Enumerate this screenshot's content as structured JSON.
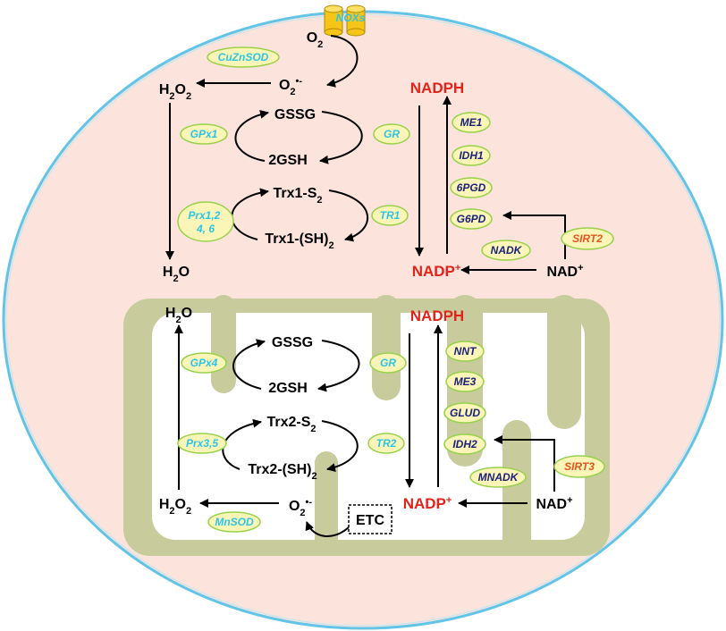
{
  "colors": {
    "cytosol": "#fce3dc",
    "cell_border": "#62c4e6",
    "mitochondrion": "#c8cb9c",
    "enzyme_fill": "#fbf6b8",
    "enzyme_border": "#97d14b",
    "antioxidant_enzyme_text": "#2ec4e6",
    "nadph_enzyme_text": "#1b1f7a",
    "sirtuin_text": "#e4561f",
    "nadph_red": "#e2231a"
  },
  "cytosol": {
    "noxs": "NOXs",
    "o2": {
      "base": "O",
      "sub": "2"
    },
    "superoxide": {
      "base": "O",
      "sub": "2",
      "sup": "•-"
    },
    "h2o2": {
      "b1": "H",
      "s1": "2",
      "b2": "O",
      "s2": "2"
    },
    "gssg": "GSSG",
    "gsh": "2GSH",
    "trx_ox": {
      "base": "Trx1-S",
      "sub": "2"
    },
    "trx_red": {
      "base": "Trx1-(SH)",
      "sub": "2"
    },
    "h2o": {
      "b1": "H",
      "s1": "2",
      "b2": "O"
    },
    "nadph": "NADPH",
    "nadp": {
      "base": "NADP",
      "sup": "+"
    },
    "nad": {
      "base": "NAD",
      "sup": "+"
    },
    "enzymes": {
      "cuznsod": "CuZnSOD",
      "gpx1": "GPx1",
      "gr": "GR",
      "prx": [
        "Prx1,2",
        "4, 6"
      ],
      "tr1": "TR1",
      "me1": "ME1",
      "idh1": "IDH1",
      "pgd": "6PGD",
      "g6pd": "G6PD",
      "nadk": "NADK",
      "sirt2": "SIRT2"
    }
  },
  "mitochondrion": {
    "h2o": {
      "b1": "H",
      "s1": "2",
      "b2": "O"
    },
    "nadph": "NADPH",
    "gssg": "GSSG",
    "gsh": "2GSH",
    "trx_ox": {
      "base": "Trx2-S",
      "sub": "2"
    },
    "trx_red": {
      "base": "Trx2-(SH)",
      "sub": "2"
    },
    "h2o2": {
      "b1": "H",
      "s1": "2",
      "b2": "O",
      "s2": "2"
    },
    "superoxide": {
      "base": "O",
      "sub": "2",
      "sup": "•-"
    },
    "etc": "ETC",
    "nadp": {
      "base": "NADP",
      "sup": "+"
    },
    "nad": {
      "base": "NAD",
      "sup": "+"
    },
    "enzymes": {
      "gpx4": "GPx4",
      "gr": "GR",
      "prx": "Prx3,5",
      "tr2": "TR2",
      "mnsod": "MnSOD",
      "nnt": "NNT",
      "me3": "ME3",
      "glud": "GLUD",
      "idh2": "IDH2",
      "mnadk": "MNADK",
      "sirt3": "SIRT3"
    }
  }
}
